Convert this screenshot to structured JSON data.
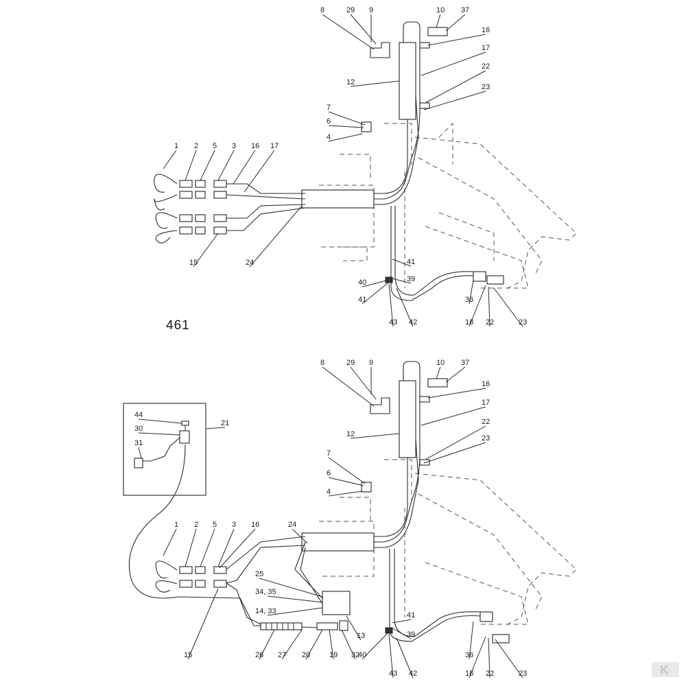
{
  "diagram": {
    "caption": "461",
    "top_view": {
      "labels": [
        "8",
        "29",
        "9",
        "10",
        "37",
        "16",
        "17",
        "22",
        "23",
        "12",
        "7",
        "6",
        "4",
        "1",
        "2",
        "5",
        "3",
        "16",
        "17",
        "15",
        "24",
        "41",
        "40",
        "39",
        "41",
        "43",
        "42",
        "36",
        "18",
        "22",
        "23"
      ]
    },
    "bottom_view": {
      "labels": [
        "8",
        "29",
        "9",
        "10",
        "37",
        "16",
        "17",
        "22",
        "23",
        "12",
        "7",
        "6",
        "4",
        "44",
        "30",
        "31",
        "21",
        "1",
        "2",
        "5",
        "3",
        "16",
        "24",
        "25",
        "34, 35",
        "14, 33",
        "13",
        "15",
        "26",
        "27",
        "20",
        "19",
        "32",
        "41",
        "39",
        "40",
        "43",
        "42",
        "36",
        "18",
        "22",
        "23"
      ]
    },
    "watermark": "K"
  }
}
